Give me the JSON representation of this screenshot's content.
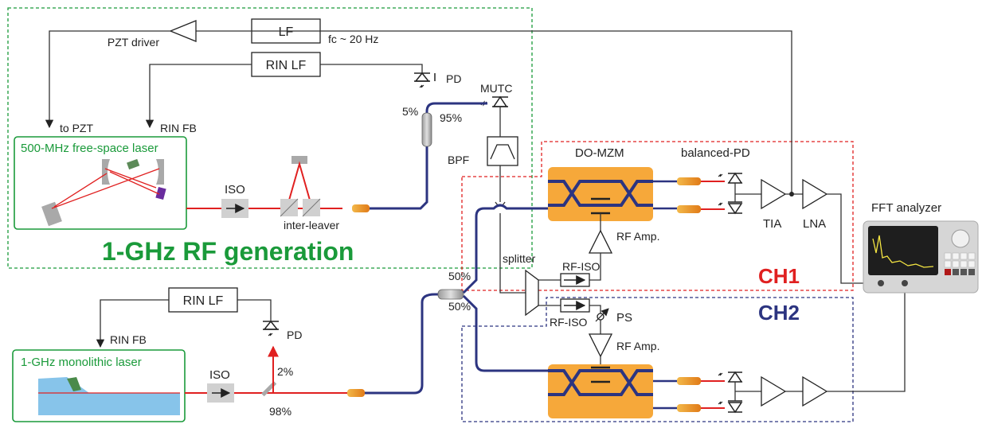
{
  "labels": {
    "pzt_driver": "PZT driver",
    "lf": "LF",
    "fc": "fc ~ 20 Hz",
    "rin_lf_top": "RIN LF",
    "pd_top": "PD",
    "mutc": "MUTC",
    "pct_5": "5%",
    "pct_95": "95%",
    "to_pzt": "to PZT",
    "rin_fb_top": "RIN FB",
    "laser_500": "500-MHz free-space laser",
    "iso_top": "ISO",
    "inter_leaver": "inter-leaver",
    "bpf": "BPF",
    "rf_generation": "1-GHz RF generation",
    "do_mzm": "DO-MZM",
    "balanced_pd": "balanced-PD",
    "tia": "TIA",
    "lna": "LNA",
    "fft_analyzer": "FFT analyzer",
    "rf_amp_top": "RF Amp.",
    "splitter": "splitter",
    "rf_iso_top": "RF-ISO",
    "rf_iso_bottom": "RF-ISO",
    "ps": "PS",
    "ch1": "CH1",
    "ch2": "CH2",
    "pct_50_top": "50%",
    "pct_50_bottom": "50%",
    "rin_lf_bottom": "RIN LF",
    "rin_fb_bottom": "RIN FB",
    "pd_bottom": "PD",
    "laser_1g": "1-GHz monolithic laser",
    "iso_bottom": "ISO",
    "pct_2": "2%",
    "pct_98": "98%",
    "rf_amp_bottom": "RF Amp."
  },
  "colors": {
    "green": "#1a9a3a",
    "red": "#e02020",
    "navy": "#2c3480",
    "fiber": "#2c3480",
    "orange": "#f6a83a"
  }
}
